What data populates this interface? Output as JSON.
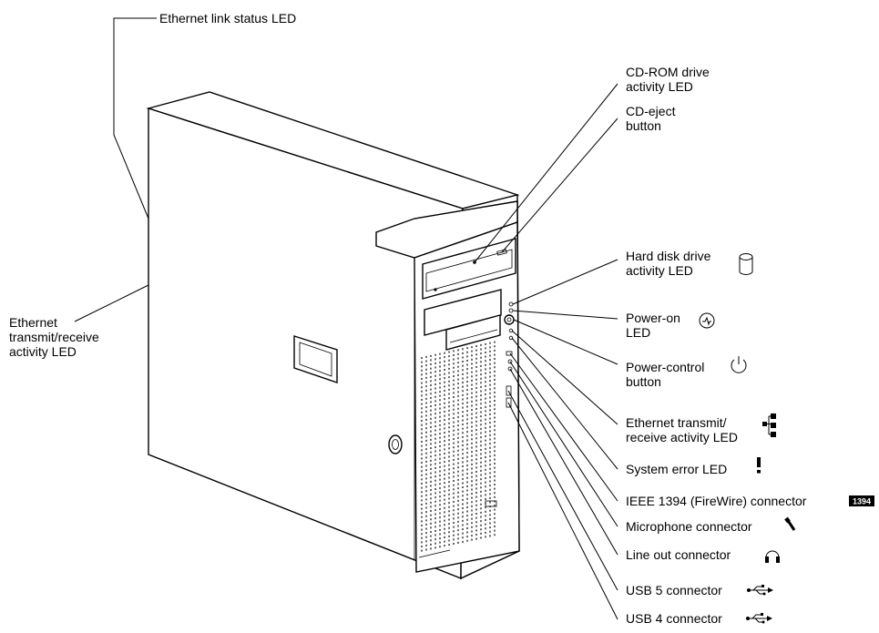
{
  "labels": {
    "ethernet_link_status": "Ethernet link status LED",
    "ethernet_activity_left": [
      "Ethernet",
      "transmit/receive",
      "activity LED"
    ],
    "cdrom_activity": [
      "CD-ROM drive",
      "activity LED"
    ],
    "cd_eject": [
      "CD-eject",
      "button"
    ],
    "hdd_activity": [
      "Hard disk drive",
      "activity LED"
    ],
    "power_on": [
      "Power-on",
      "LED"
    ],
    "power_control": [
      "Power-control",
      "button"
    ],
    "ethernet_activity_right": [
      "Ethernet transmit/",
      "receive activity LED"
    ],
    "system_error": "System error LED",
    "ieee1394": "IEEE 1394 (FireWire) connector",
    "ieee1394_badge": "1394",
    "microphone": "Microphone connector",
    "line_out": "Line out connector",
    "usb5": "USB 5 connector",
    "usb4": "USB 4 connector"
  },
  "icons": {
    "hdd": "disk-cylinder-icon",
    "power_on": "power-on-icon",
    "power_control": "power-button-icon",
    "network": "network-icon",
    "error": "exclamation-icon",
    "firewire": "firewire-icon",
    "microphone": "microphone-icon",
    "headphones": "headphones-icon",
    "usb": "usb-icon"
  }
}
